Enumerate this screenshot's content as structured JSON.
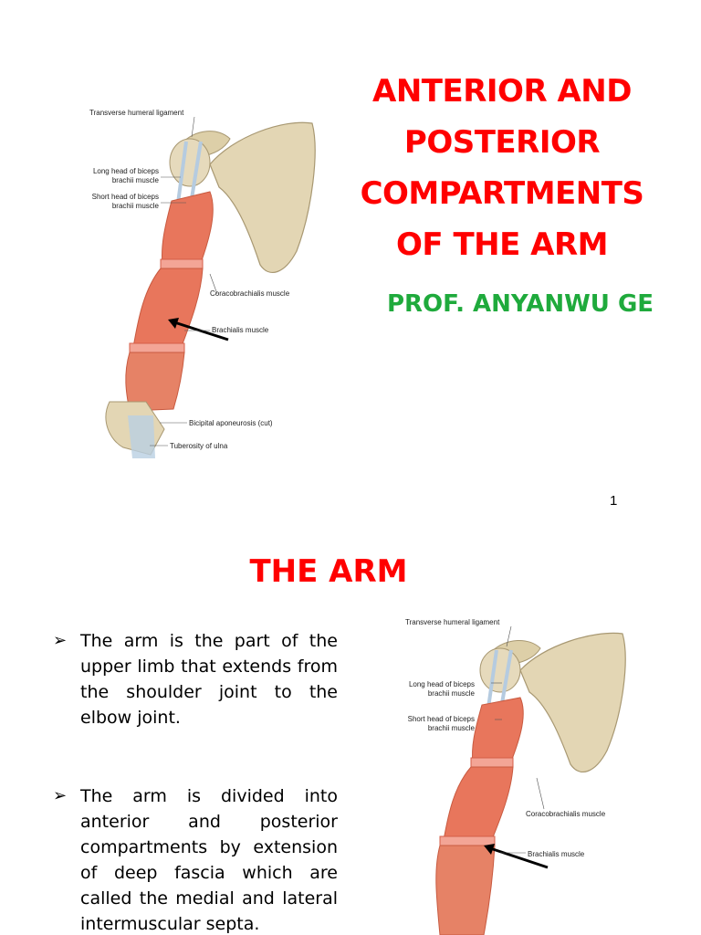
{
  "slide1": {
    "title_lines": [
      "ANTERIOR AND",
      "POSTERIOR",
      "COMPARTMENTS",
      "OF THE ARM"
    ],
    "author": "PROF. ANYANWU GE",
    "page_number": "1",
    "figure": {
      "labels": {
        "transverse": "Transverse humeral ligament",
        "long_head_1": "Long head of biceps",
        "long_head_2": "brachii muscle",
        "short_head_1": "Short head of biceps",
        "short_head_2": "brachii muscle",
        "coracobrachialis": "Coracobrachialis muscle",
        "brachialis": "Brachialis muscle",
        "bicipital": "Bicipital aponeurosis (cut)",
        "tuberosity": "Tuberosity of ulna"
      }
    }
  },
  "slide2": {
    "title": "THE ARM",
    "bullets": [
      "The arm is the part of the upper limb that extends from the shoulder  joint to the elbow joint.",
      "The arm is divided into anterior and posterior  compartments by extension of deep fascia which are called the medial and lateral intermuscular septa."
    ],
    "bullet_marker": "➢",
    "figure": {
      "labels": {
        "transverse": "Transverse humeral ligament",
        "long_head_1": "Long head of biceps",
        "long_head_2": "brachii muscle",
        "short_head_1": "Short head of biceps",
        "short_head_2": "brachii muscle",
        "coracobrachialis": "Coracobrachialis muscle",
        "brachialis": "Brachialis muscle"
      }
    }
  },
  "colors": {
    "title_red": "#ff0000",
    "author_green": "#1faa3c",
    "muscle": "#e8765c",
    "bone": "#e3d6b4"
  }
}
